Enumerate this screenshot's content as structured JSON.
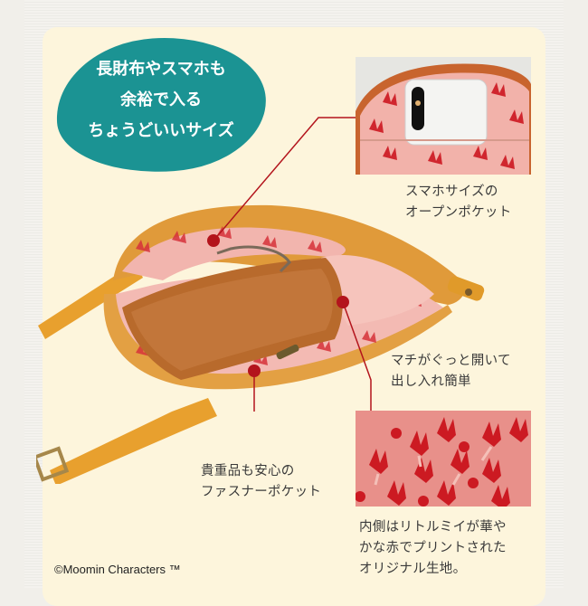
{
  "headline": {
    "line1": "長財布やスマホも",
    "line2": "余裕で入る",
    "line3": "ちょうどいいサイズ",
    "bg_color": "#1b9393"
  },
  "features": [
    {
      "id": "open-pocket",
      "line1": "スマホサイズの",
      "line2": "オープンポケット"
    },
    {
      "id": "gusset",
      "line1": "マチがぐっと開いて",
      "line2": "出し入れ簡単"
    },
    {
      "id": "zipper-pocket",
      "line1": "貴重品も安心の",
      "line2": "ファスナーポケット"
    },
    {
      "id": "lining",
      "line1": "内側はリトルミイが華や",
      "line2": "かな赤でプリントされた",
      "line3": "オリジナル生地。"
    }
  ],
  "images": {
    "bag": "open-shoulder-bag-with-wallet",
    "phone_pocket": "smartphone-in-pocket-closeup",
    "fabric": "little-my-red-print-fabric"
  },
  "colors": {
    "panel_bg": "#fdf5dc",
    "leader_line": "#b3141c",
    "leather": "#e0962e",
    "fabric_pink": "#f0b0aa",
    "fabric_red": "#d01e24"
  },
  "copyright": "©Moomin Characters ™"
}
